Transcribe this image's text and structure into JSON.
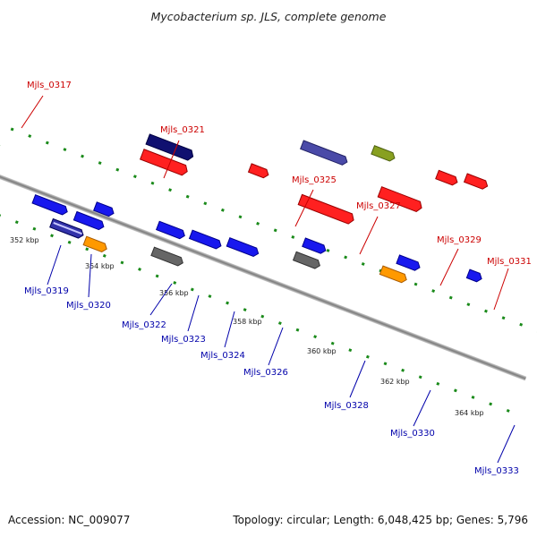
{
  "title": "Mycobacterium sp. JLS, complete genome",
  "footer": {
    "accession": "Accession: NC_009077",
    "summary": "Topology: circular; Length: 6,048,425 bp; Genes: 5,796"
  },
  "colors": {
    "backbone": "#8a8a8a",
    "top_label": "#cc0000",
    "bottom_label": "#0000aa",
    "dotted_tick": "#1a8a1a"
  },
  "ticks": [
    "352 kbp",
    "354 kbp",
    "356 kbp",
    "358 kbp",
    "360 kbp",
    "362 kbp",
    "364 kbp"
  ],
  "top_labels": [
    "Mjls_0317",
    "Mjls_0321",
    "Mjls_0325",
    "Mjls_0327",
    "Mjls_0329",
    "Mjls_0331"
  ],
  "bottom_labels": [
    "Mjls_0319",
    "Mjls_0320",
    "Mjls_0322",
    "Mjls_0323",
    "Mjls_0324",
    "Mjls_0326",
    "Mjls_0328",
    "Mjls_0330",
    "Mjls_0333"
  ]
}
